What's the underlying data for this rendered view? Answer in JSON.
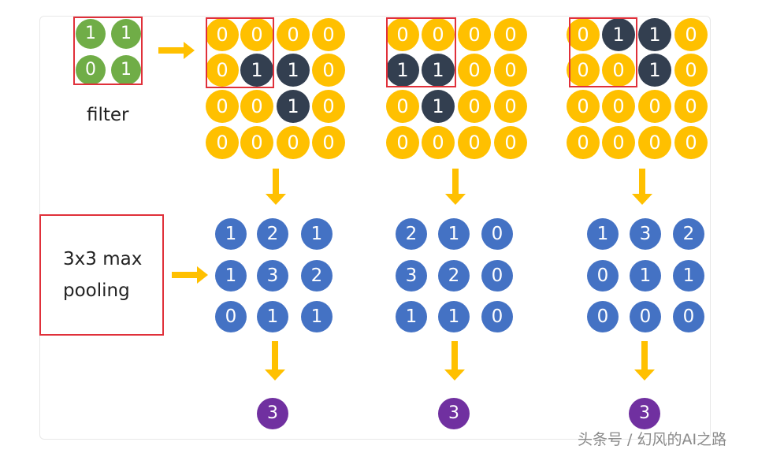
{
  "filter": {
    "label": "filter",
    "values": [
      [
        1,
        1
      ],
      [
        0,
        1
      ]
    ],
    "color": "#70ad47"
  },
  "inputs": [
    [
      [
        0,
        0,
        0,
        0
      ],
      [
        0,
        1,
        1,
        0
      ],
      [
        0,
        0,
        1,
        0
      ],
      [
        0,
        0,
        0,
        0
      ]
    ],
    [
      [
        0,
        0,
        0,
        0
      ],
      [
        1,
        1,
        0,
        0
      ],
      [
        0,
        1,
        0,
        0
      ],
      [
        0,
        0,
        0,
        0
      ]
    ],
    [
      [
        0,
        1,
        1,
        0
      ],
      [
        0,
        0,
        1,
        0
      ],
      [
        0,
        0,
        0,
        0
      ],
      [
        0,
        0,
        0,
        0
      ]
    ]
  ],
  "feature_maps": [
    [
      [
        1,
        2,
        1
      ],
      [
        1,
        3,
        2
      ],
      [
        0,
        1,
        1
      ]
    ],
    [
      [
        2,
        1,
        0
      ],
      [
        3,
        2,
        0
      ],
      [
        1,
        1,
        0
      ]
    ],
    [
      [
        1,
        3,
        2
      ],
      [
        0,
        1,
        1
      ],
      [
        0,
        0,
        0
      ]
    ]
  ],
  "pooled": [
    3,
    3,
    3
  ],
  "pooling": {
    "label_line1": "3x3 max",
    "label_line2": "pooling"
  },
  "colors": {
    "input_zero": "#ffc000",
    "input_one": "#333f50",
    "feature": "#4472c4",
    "pooled": "#7030a0",
    "arrow": "#ffc000",
    "box": "#e0303a"
  },
  "watermark": "头条号 / 幻风的AI之路"
}
